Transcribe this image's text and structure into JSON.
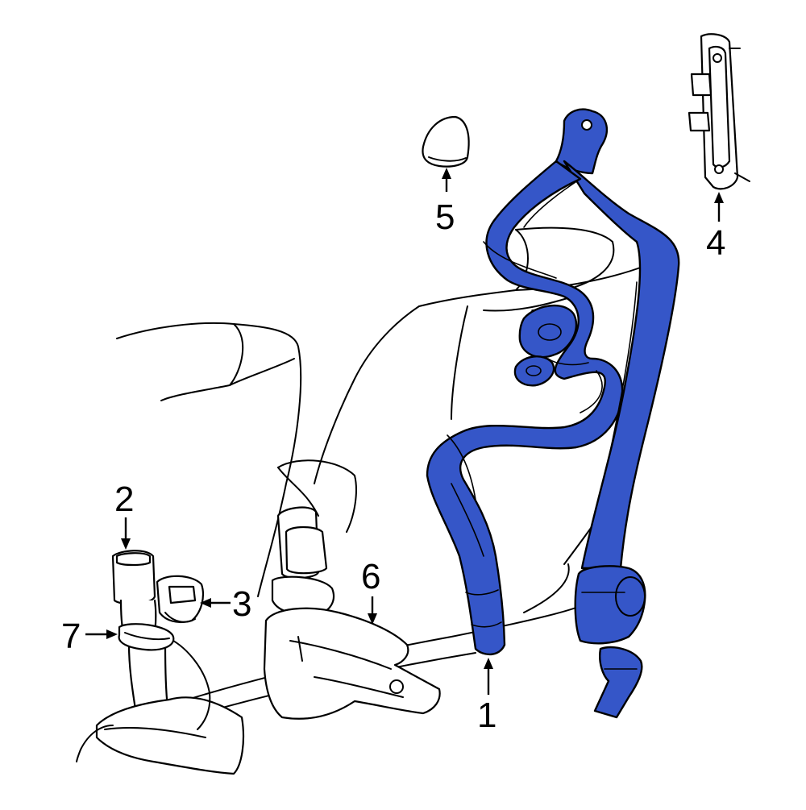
{
  "diagram": {
    "highlight_color": "#3556c8",
    "callouts": [
      {
        "id": "1",
        "label": "1"
      },
      {
        "id": "2",
        "label": "2"
      },
      {
        "id": "3",
        "label": "3"
      },
      {
        "id": "4",
        "label": "4"
      },
      {
        "id": "5",
        "label": "5"
      },
      {
        "id": "6",
        "label": "6"
      },
      {
        "id": "7",
        "label": "7"
      }
    ]
  }
}
